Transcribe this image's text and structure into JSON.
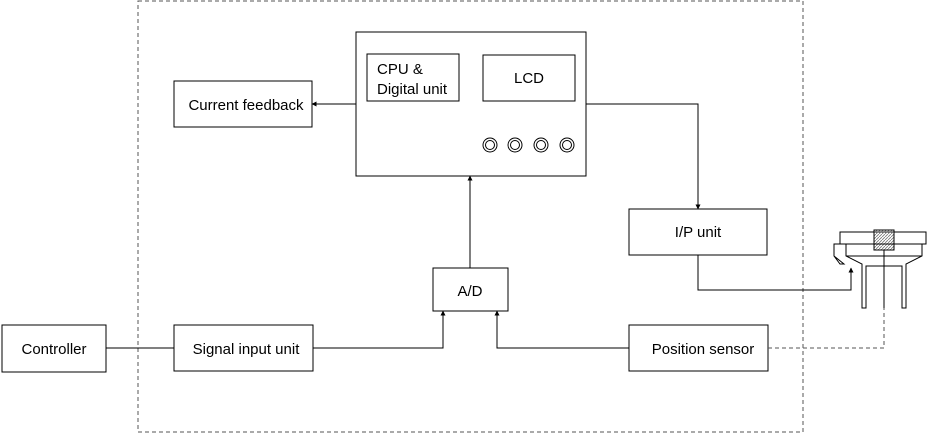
{
  "blocks": {
    "controller": "Controller",
    "signal_input_unit": "Signal input unit",
    "ad": "A/D",
    "position_sensor": "Position sensor",
    "ip_unit": "I/P unit",
    "current_feedback": "Current feedback",
    "cpu_line1": "CPU &",
    "cpu_line2": "Digital unit",
    "lcd": "LCD"
  },
  "buttons": {
    "count": 4
  },
  "colors": {
    "stroke": "#000000",
    "dashed_border": "#555555",
    "background": "#ffffff"
  }
}
